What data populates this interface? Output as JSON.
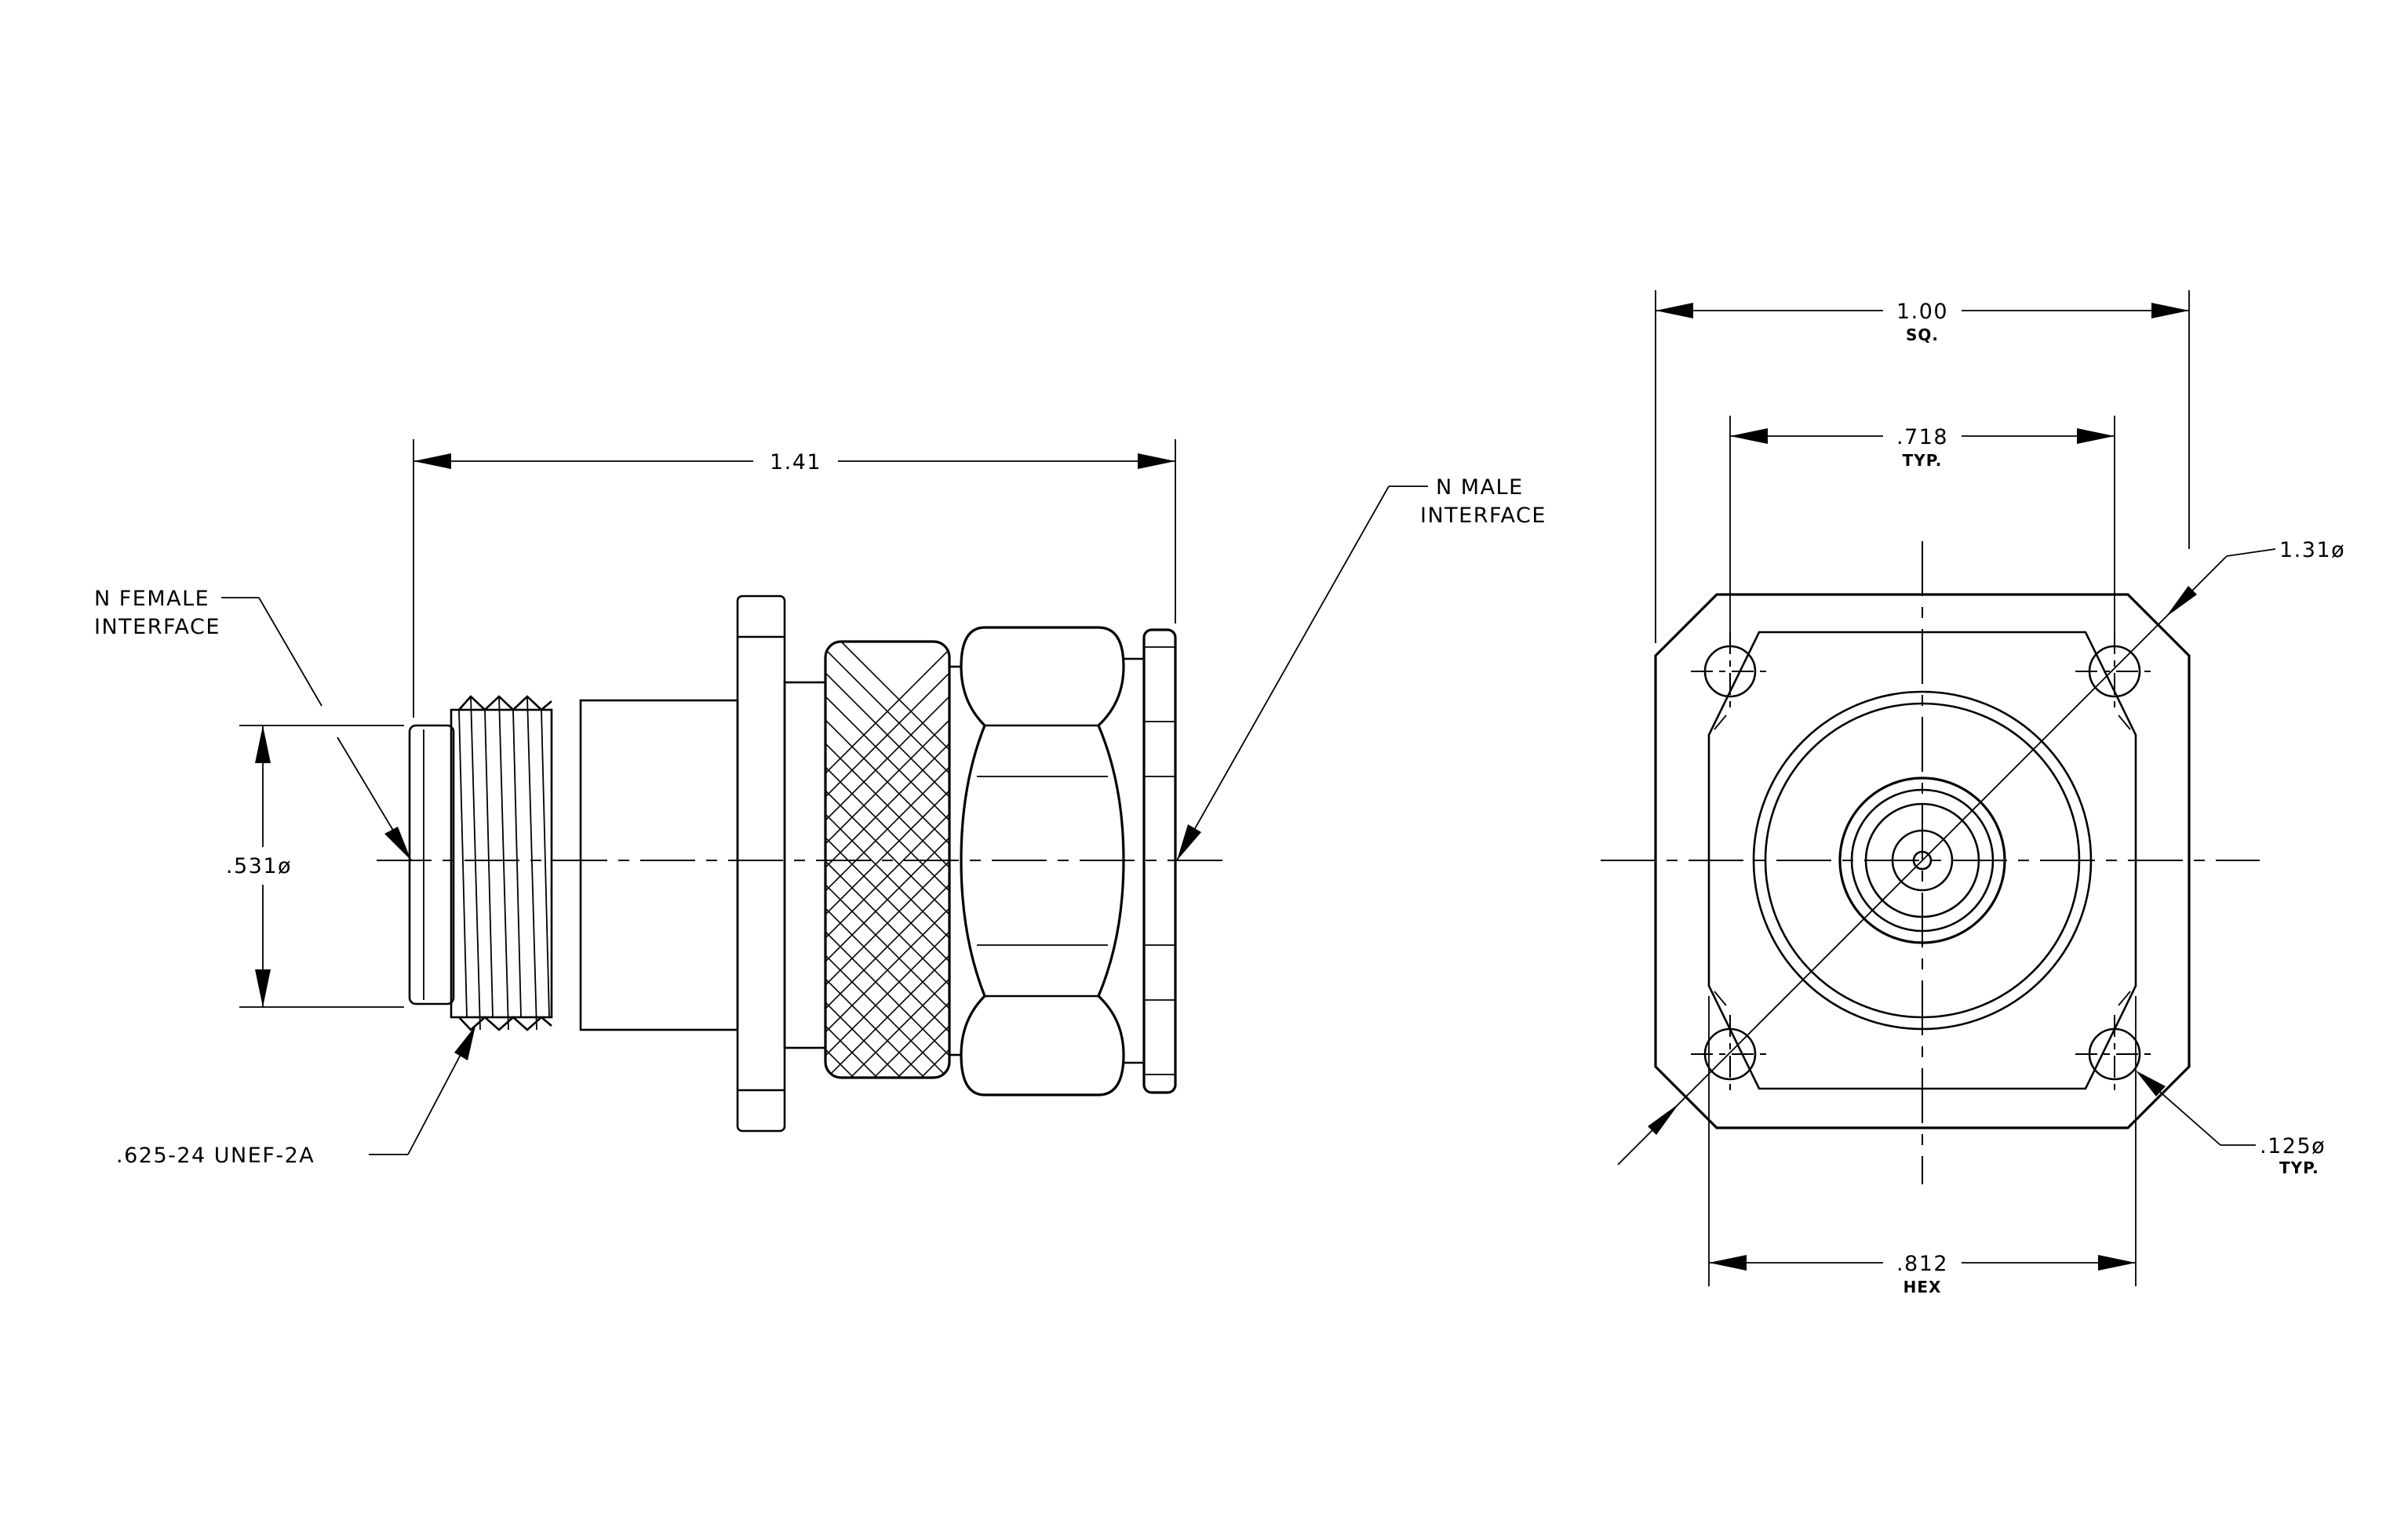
{
  "left_view": {
    "overall_length": "1.41",
    "female_interface": [
      "N FEMALE",
      "INTERFACE"
    ],
    "male_interface": [
      "N MALE",
      "INTERFACE"
    ],
    "thread_diameter": ".531ø",
    "thread_spec": ".625-24 UNEF-2A"
  },
  "right_view": {
    "flange_width": "1.00",
    "flange_width_note": "SQ.",
    "hole_spacing": ".718",
    "hole_spacing_note": "TYP.",
    "outer_diameter": "1.31ø",
    "hole_diameter": ".125ø",
    "hole_diameter_note": "TYP.",
    "hex_size": ".812",
    "hex_note": "HEX"
  }
}
